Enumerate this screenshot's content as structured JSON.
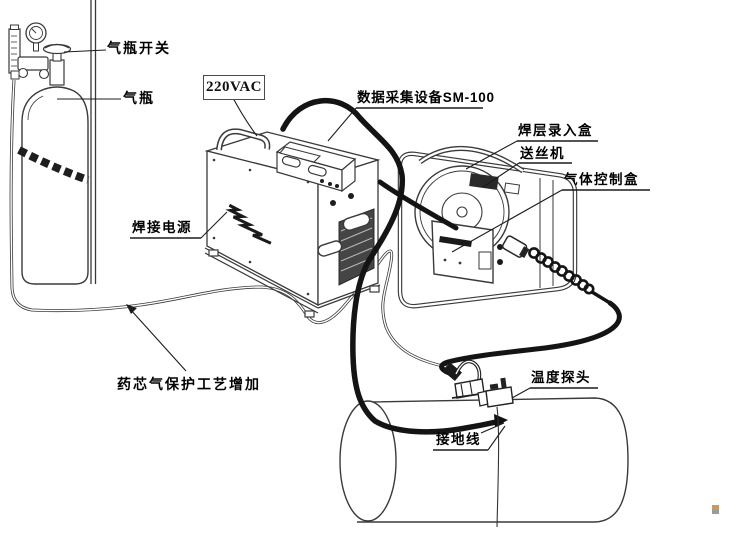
{
  "diagram": {
    "type": "equipment-connection-diagram",
    "subject": "flux-cored welding gas shielding setup",
    "labels": {
      "cylinder_switch": "气瓶开关",
      "cylinder": "气瓶",
      "power_supply_voltage": "220VAC",
      "data_acquisition": "数据采集设备SM-100",
      "weld_layer_input_box": "焊层录入盒",
      "wire_feeder": "送丝机",
      "gas_control_box": "气体控制盒",
      "welding_power_source": "焊接电源",
      "flux_cored_gas_note": "药芯气保护工艺增加",
      "temperature_probe": "温度探头",
      "ground_wire": "接地线"
    },
    "colors": {
      "background": "#ffffff",
      "line": "#3a3a3a",
      "cable": "#141414",
      "label_text": "#000000",
      "grille_fill": "#454545"
    }
  }
}
